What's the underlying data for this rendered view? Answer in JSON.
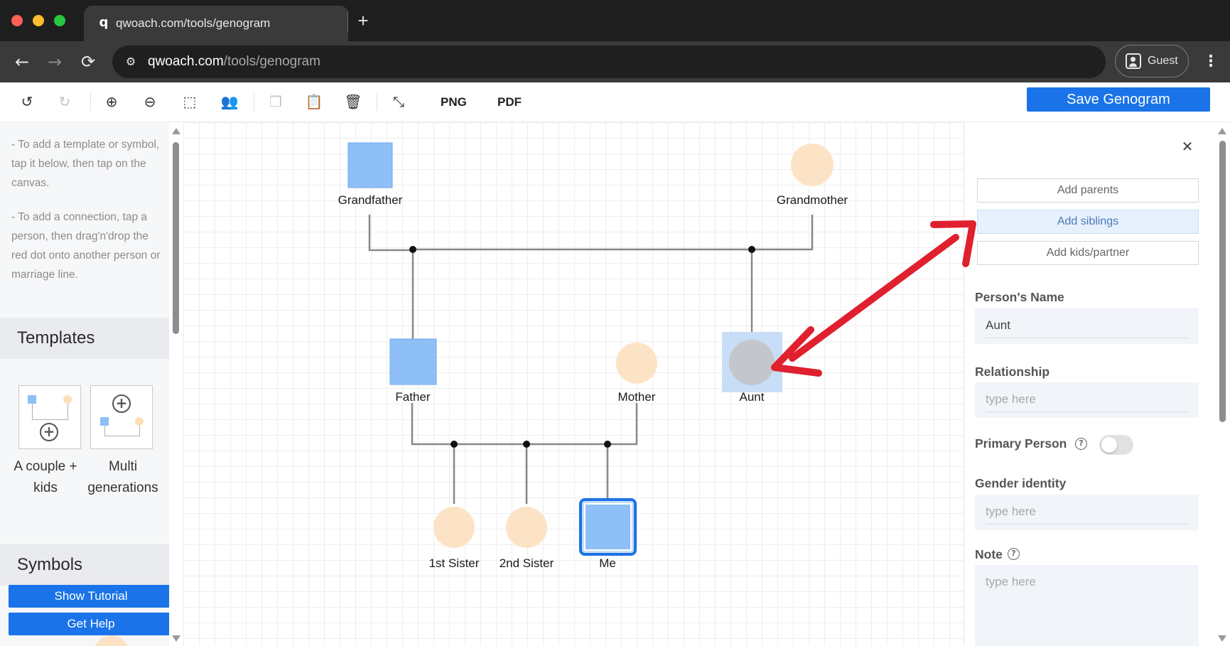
{
  "browser": {
    "tab_favicon": "q",
    "tab_title": "qwoach.com/tools/genogram",
    "new_tab_icon": "+",
    "url_domain": "qwoach.com",
    "url_path": "/tools/genogram",
    "profile_label": "Guest",
    "icons": {
      "back": "←",
      "forward": "→",
      "reload": "⟳",
      "site_info": "⚙",
      "menu": "⋮"
    }
  },
  "toolbar": {
    "icons": {
      "undo": "↺",
      "redo": "↻",
      "zoom_in": "⊕",
      "zoom_out": "⊖",
      "select": "⬚",
      "group": "👥",
      "copy": "❐",
      "paste": "📋",
      "delete": "🗑",
      "fit": "⤡"
    },
    "png_label": "PNG",
    "pdf_label": "PDF",
    "save_label": "Save Genogram"
  },
  "sidebar": {
    "hint_template": "- To add a template or symbol, tap it below, then tap on the canvas.",
    "hint_connection": "- To add a connection, tap a person, then drag'n'drop the red dot onto another person or marriage line.",
    "templates_title": "Templates",
    "templates": [
      {
        "label": "A couple + kids"
      },
      {
        "label": "Multi generations"
      }
    ],
    "plus_icon": "+",
    "symbols_title": "Symbols",
    "show_tutorial_label": "Show Tutorial",
    "get_help_label": "Get Help"
  },
  "genogram": {
    "people": [
      {
        "id": "grandfather",
        "label": "Grandfather",
        "shape": "square"
      },
      {
        "id": "grandmother",
        "label": "Grandmother",
        "shape": "circle"
      },
      {
        "id": "father",
        "label": "Father",
        "shape": "square"
      },
      {
        "id": "mother",
        "label": "Mother",
        "shape": "circle"
      },
      {
        "id": "aunt",
        "label": "Aunt",
        "shape": "circle",
        "selected": true
      },
      {
        "id": "sister1",
        "label": "1st Sister",
        "shape": "circle"
      },
      {
        "id": "sister2",
        "label": "2nd Sister",
        "shape": "circle"
      },
      {
        "id": "me",
        "label": "Me",
        "shape": "square",
        "primary": true
      }
    ],
    "colors": {
      "male": "#8ec0f7",
      "female": "#fde3c6",
      "selected_bg": "#c8ddf7",
      "selected_node": "#c3c7cc",
      "primary_border": "#1a73e8",
      "line": "#888888",
      "arrow": "#e0202e"
    }
  },
  "panel": {
    "close_icon": "✕",
    "add_parents_label": "Add parents",
    "add_siblings_label": "Add siblings",
    "add_kids_label": "Add kids/partner",
    "name_label": "Person's Name",
    "name_value": "Aunt",
    "relationship_label": "Relationship",
    "relationship_placeholder": "type here",
    "primary_label": "Primary Person",
    "primary_on": false,
    "help_icon": "?",
    "gender_label": "Gender identity",
    "gender_placeholder": "type here",
    "note_label": "Note",
    "note_placeholder": "type here"
  }
}
